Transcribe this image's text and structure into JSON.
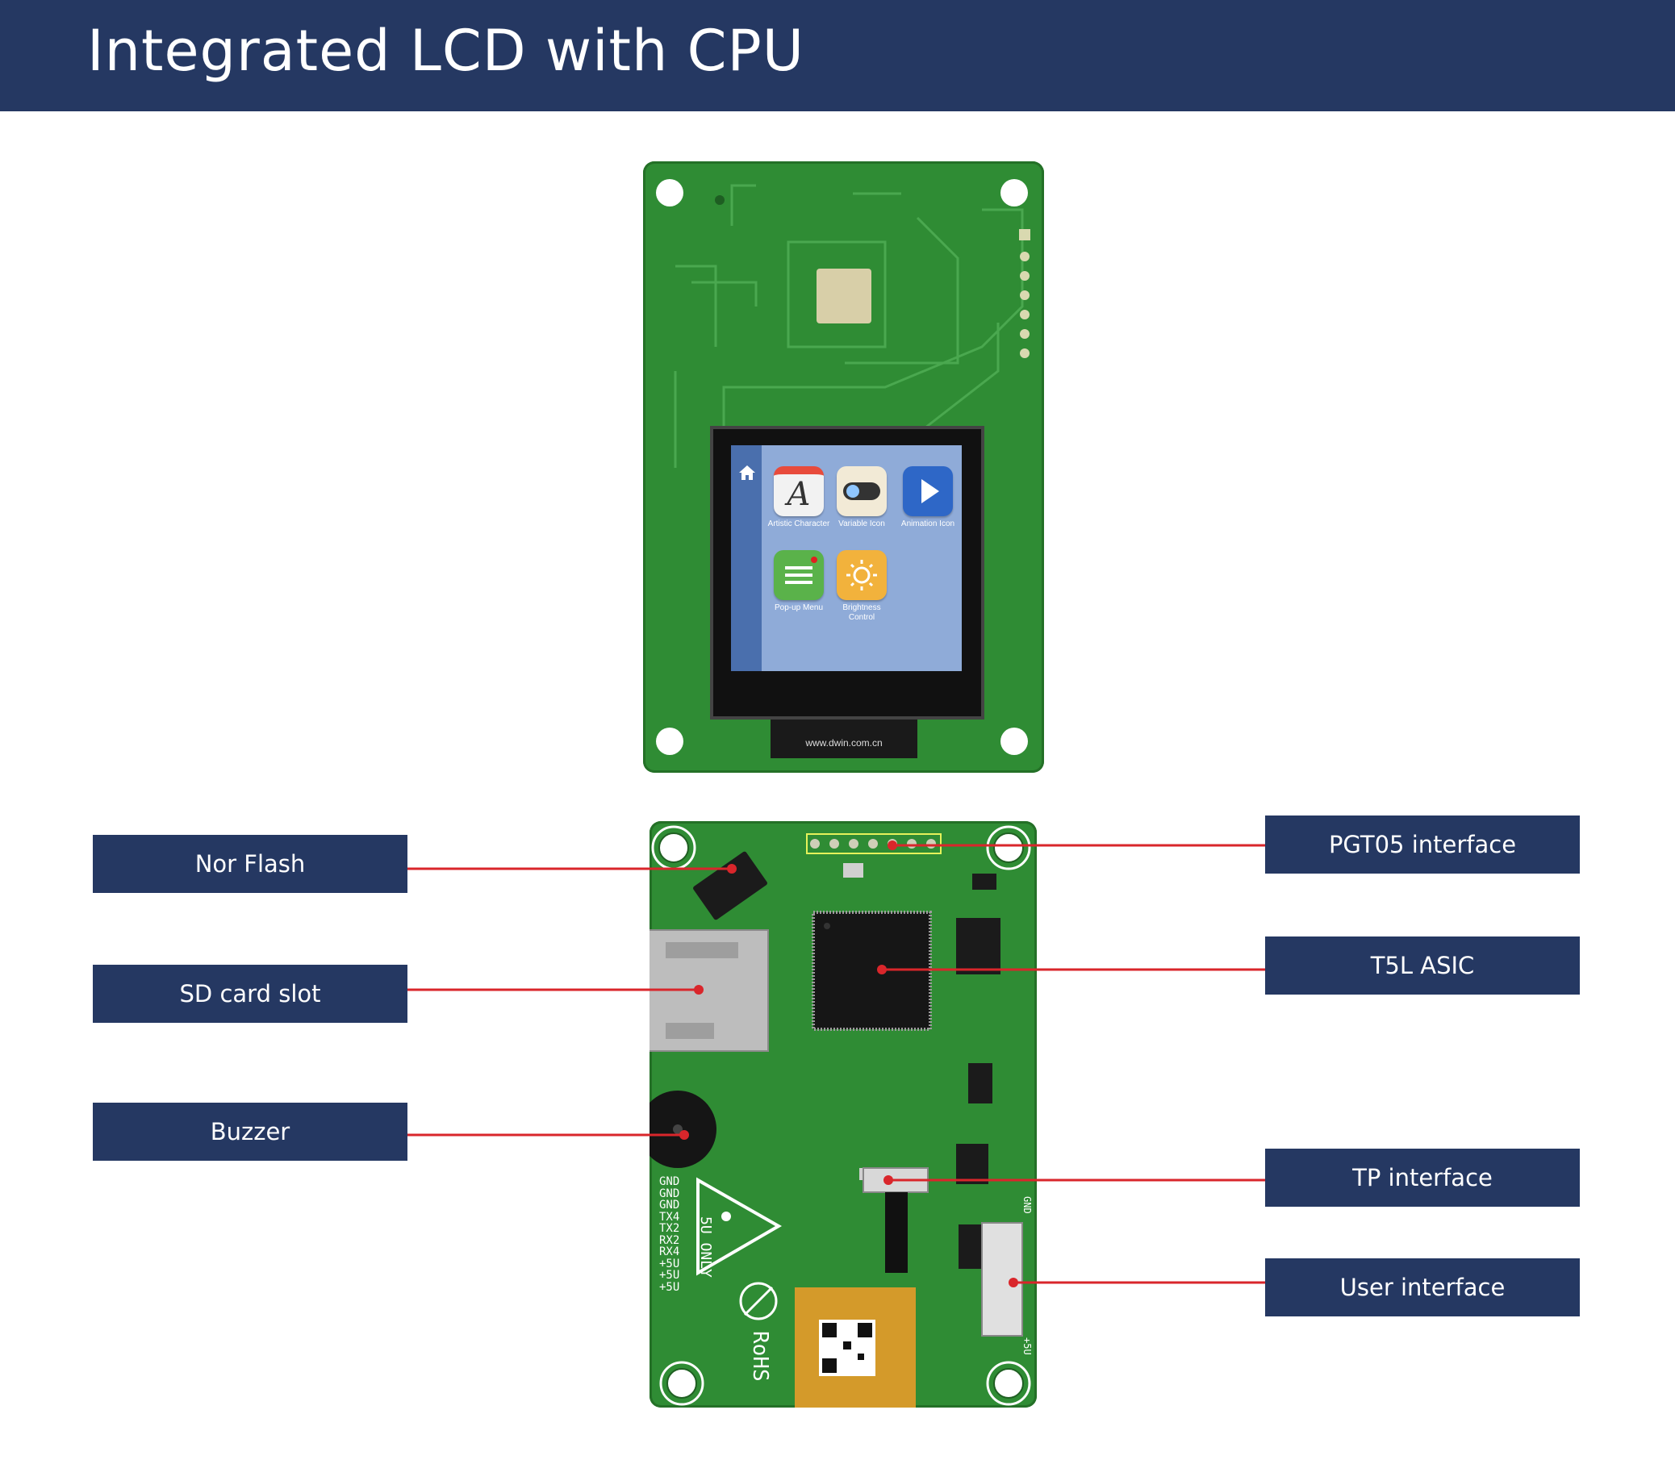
{
  "header": {
    "title": "Integrated LCD with CPU"
  },
  "lcd_screen": {
    "apps": [
      {
        "name": "Artistic Character",
        "icon": "letter-a-icon"
      },
      {
        "name": "Variable Icon",
        "icon": "toggle-icon"
      },
      {
        "name": "Animation Icon",
        "icon": "play-icon"
      },
      {
        "name": "Pop-up Menu",
        "icon": "menu-icon"
      },
      {
        "name": "Brightness Control",
        "icon": "sun-icon"
      }
    ],
    "footer_text": "www.dwin.com.cn"
  },
  "back_board": {
    "silkscreen_pins": [
      "GND",
      "GND",
      "GND",
      "TX4",
      "TX2",
      "RX2",
      "RX4",
      "+5U",
      "+5U",
      "+5U"
    ],
    "warning_text": "5U ONLY",
    "rohs_text": "RoHS",
    "gnd_text": "GND",
    "plus5_text": "+5U"
  },
  "labels": {
    "nor_flash": "Nor Flash",
    "sd_card_slot": "SD card slot",
    "buzzer": "Buzzer",
    "pgt05_interface": "PGT05 interface",
    "t5l_asic": "T5L ASIC",
    "tp_interface": "TP interface",
    "user_interface": "User interface"
  },
  "colors": {
    "header_bg": "#253862",
    "label_bg": "#253862",
    "pcb_green": "#2f8c34",
    "leader_line": "#d9262b",
    "lcd_bg": "#8fabd8"
  }
}
